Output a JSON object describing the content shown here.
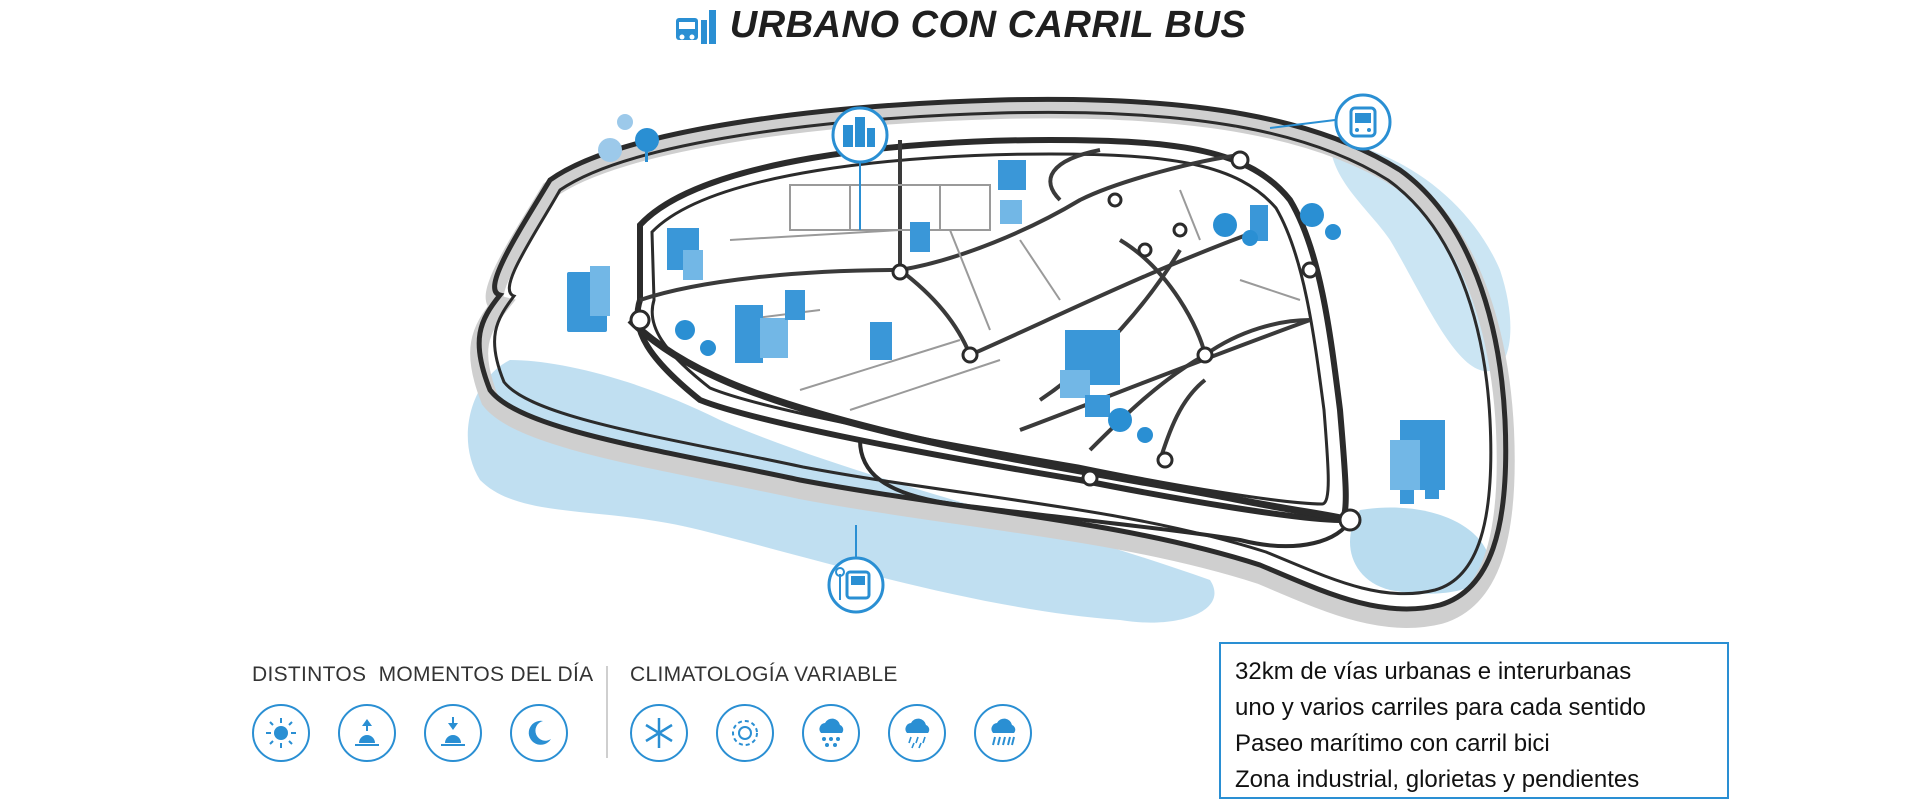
{
  "header": {
    "title": "URBANO CON CARRIL BUS",
    "icon": "bus-city-icon"
  },
  "map": {
    "markers": [
      {
        "name": "buildings-marker",
        "icon": "city-buildings-icon"
      },
      {
        "name": "bus-marker-top-right",
        "icon": "bus-icon"
      },
      {
        "name": "bus-stop-marker-bottom",
        "icon": "bus-stop-icon"
      }
    ],
    "colors": {
      "road": "#2b2b2b",
      "road_shadow": "#cfcfcf",
      "water": "#b9dcef",
      "buildings": "#3a97d8",
      "accent": "#2a8fd3"
    }
  },
  "legend": {
    "time_of_day": {
      "heading": "DISTINTOS  MOMENTOS DEL DÍA",
      "icons": [
        "sun-icon",
        "sunrise-icon",
        "sunset-icon",
        "moon-icon"
      ]
    },
    "weather": {
      "heading": "CLIMATOLOGÍA VARIABLE",
      "icons": [
        "snowflake-icon",
        "fog-icon",
        "hail-icon",
        "sleet-icon",
        "rain-icon"
      ]
    }
  },
  "info": {
    "lines": [
      "32km de vías urbanas e interurbanas",
      "uno y varios carriles para cada sentido",
      "Paseo marítimo con carril bici",
      "Zona industrial, glorietas y pendientes"
    ]
  }
}
